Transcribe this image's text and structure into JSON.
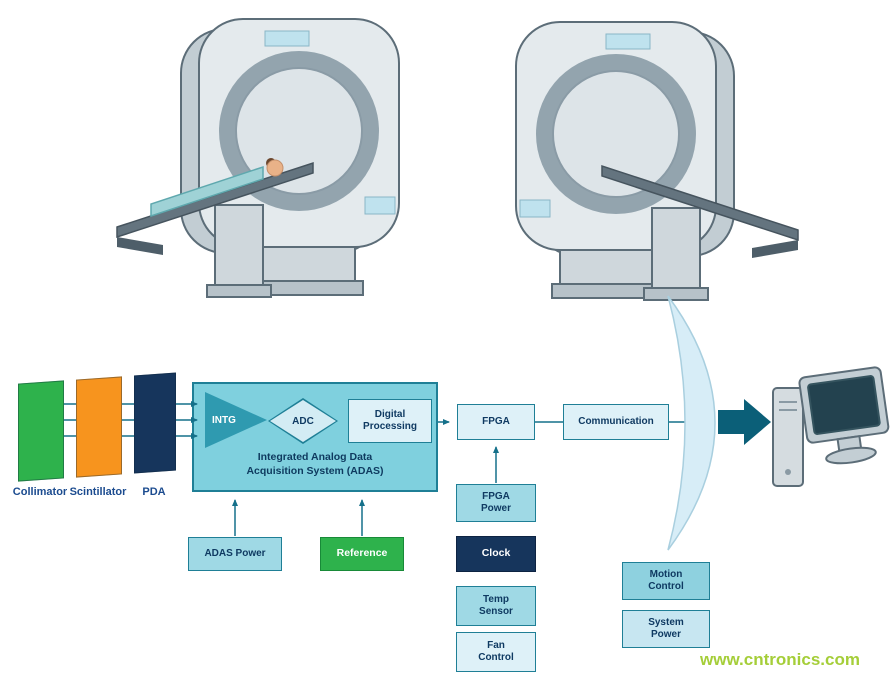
{
  "diagram": {
    "detectors": [
      {
        "label": "Collimator",
        "color": "#2eb24c"
      },
      {
        "label": "Scintillator",
        "color": "#f7941e"
      },
      {
        "label": "PDA",
        "color": "#16355c"
      }
    ],
    "adas": {
      "intg": "INTG",
      "adc": "ADC",
      "digital_processing": "Digital Processing",
      "title_line1": "Integrated Analog Data",
      "title_line2": "Acquisition System (ADAS)"
    },
    "chain": {
      "fpga": "FPGA",
      "communication": "Communication"
    },
    "power": {
      "adas_power": "ADAS Power",
      "reference": "Reference",
      "fpga_power": "FPGA Power",
      "clock": "Clock",
      "temp_sensor": "Temp Sensor",
      "fan_control": "Fan Control",
      "motion_control": "Motion Control",
      "system_power": "System Power"
    },
    "colors": {
      "teal_dark_arrow": "#0b5f78",
      "teal_border": "#1f7f96",
      "adas_fill": "#7fd0de",
      "light_box_fill": "#def1f8",
      "medium_box_fill": "#9fd9e5",
      "green": "#2eb24c",
      "orange": "#f7941e",
      "navy": "#16355c",
      "label_text": "#1b4b8f",
      "watermark_green": "#a5ce39"
    }
  },
  "watermark": {
    "text": "www.cntronics.com"
  }
}
